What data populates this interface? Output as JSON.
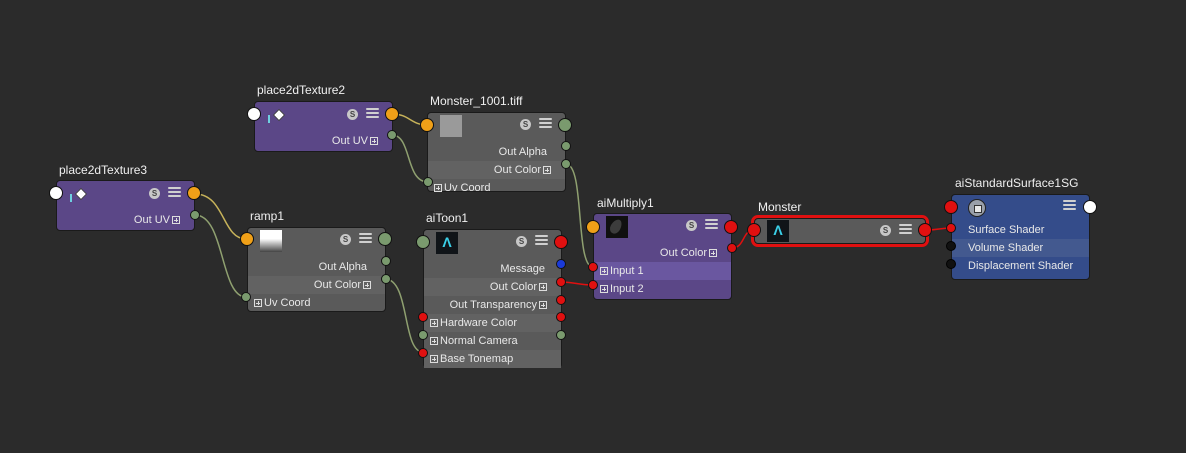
{
  "nodes": {
    "place2dTexture2": {
      "title": "place2dTexture2",
      "out_uv": "Out UV"
    },
    "place2dTexture3": {
      "title": "place2dTexture3",
      "out_uv": "Out UV"
    },
    "monster_tiff": {
      "title": "Monster_1001.tiff",
      "out_alpha": "Out Alpha",
      "out_color": "Out Color",
      "uv_coord": "Uv Coord"
    },
    "ramp1": {
      "title": "ramp1",
      "out_alpha": "Out Alpha",
      "out_color": "Out Color",
      "uv_coord": "Uv Coord"
    },
    "aiToon1": {
      "title": "aiToon1",
      "message": "Message",
      "out_color": "Out Color",
      "out_transparency": "Out Transparency",
      "hardware_color": "Hardware Color",
      "normal_camera": "Normal Camera",
      "base_tonemap": "Base Tonemap"
    },
    "aiMultiply1": {
      "title": "aiMultiply1",
      "out_color": "Out Color",
      "input1": "Input 1",
      "input2": "Input 2"
    },
    "monster": {
      "title": "Monster"
    },
    "aiStandardSurface1SG": {
      "title": "aiStandardSurface1SG",
      "surface_shader": "Surface Shader",
      "volume_shader": "Volume Shader",
      "displacement_shader": "Displacement Shader"
    }
  },
  "swatch_button_label": "S",
  "icons": {
    "texture_placement": "place2d-icon",
    "arnold": "arnold-logo-icon",
    "shading_group": "shading-group-icon",
    "menu": "hamburger-menu-icon"
  },
  "colors": {
    "background": "#2b2b2b",
    "gray_node": "#5a5a5a",
    "purple_node": "#5b4787",
    "blue_node": "#344c8a",
    "selection": "#e01010",
    "wire_green": "#8fa070",
    "wire_red": "#e01010"
  }
}
